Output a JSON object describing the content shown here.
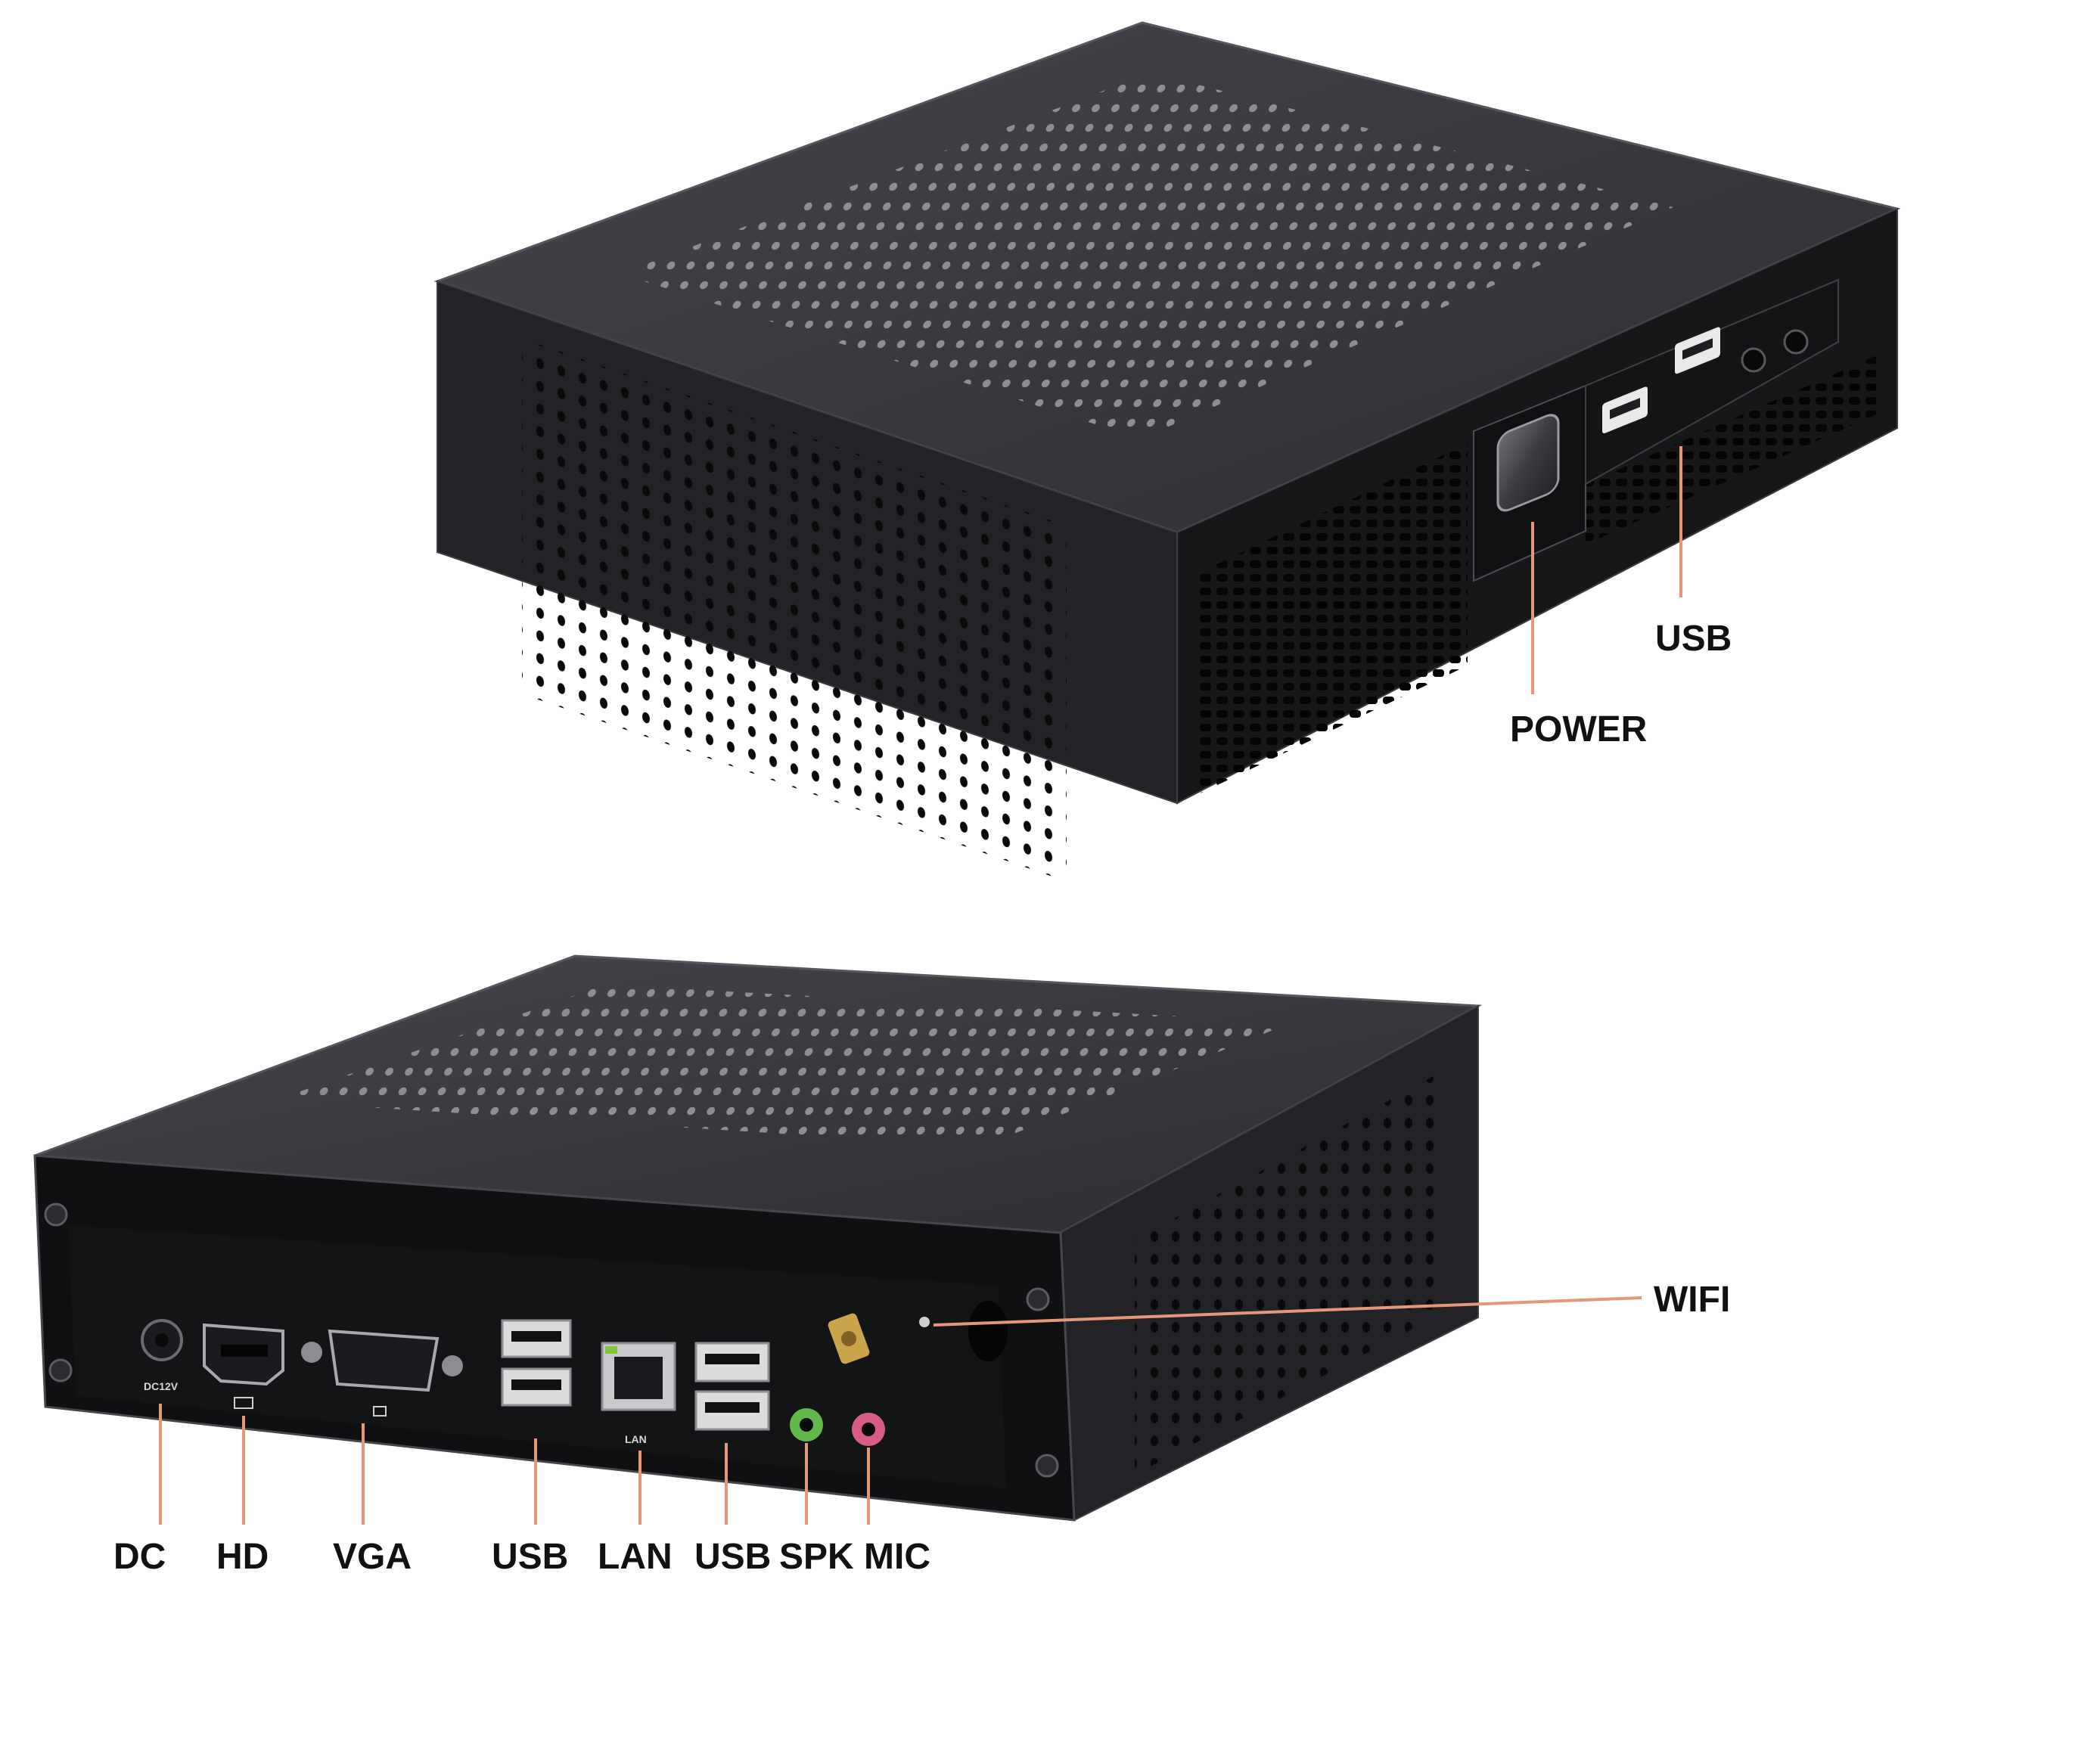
{
  "colors": {
    "leader": "#e6967a",
    "label": "#111111",
    "case_top": "#3a3b3f",
    "case_side": "#232427",
    "case_front": "#151517",
    "case_edge": "#4b4d52",
    "panel": "#0f1012",
    "spk_jack": "#62b84a",
    "mic_jack": "#d75d86",
    "antenna": "#c9a44a"
  },
  "front_view": {
    "labels": {
      "usb": "USB",
      "power": "POWER"
    }
  },
  "rear_view": {
    "labels": {
      "wifi": "WIFI",
      "dc": "DC",
      "hd": "HD",
      "vga": "VGA",
      "usb_a": "USB",
      "lan": "LAN",
      "usb_b": "USB",
      "spk": "SPK",
      "mic": "MIC"
    },
    "panel_text": {
      "dc_rating": "DC12V",
      "lan_port": "LAN"
    }
  }
}
